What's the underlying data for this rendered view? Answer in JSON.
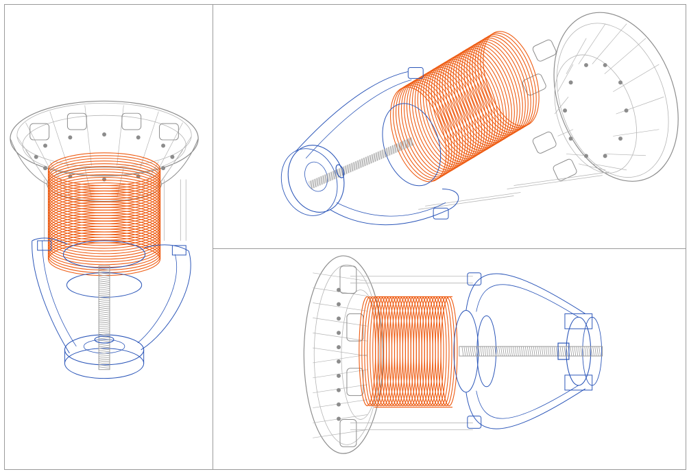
{
  "colors": {
    "background": "#ffffff",
    "border": "#9a9a9a",
    "shell": "#8c8c8c",
    "shell_light": "#b4b4b4",
    "coil": "#ee5a10",
    "frame": "#2a55b8",
    "rod": "#9a9a9a"
  },
  "viewports": [
    {
      "id": "left",
      "view": "isometric-vertical"
    },
    {
      "id": "top-right",
      "view": "isometric-diagonal"
    },
    {
      "id": "bottom-right",
      "view": "side-horizontal"
    }
  ],
  "model": {
    "parts": [
      "shell",
      "coil",
      "frame",
      "threaded-rod"
    ]
  }
}
